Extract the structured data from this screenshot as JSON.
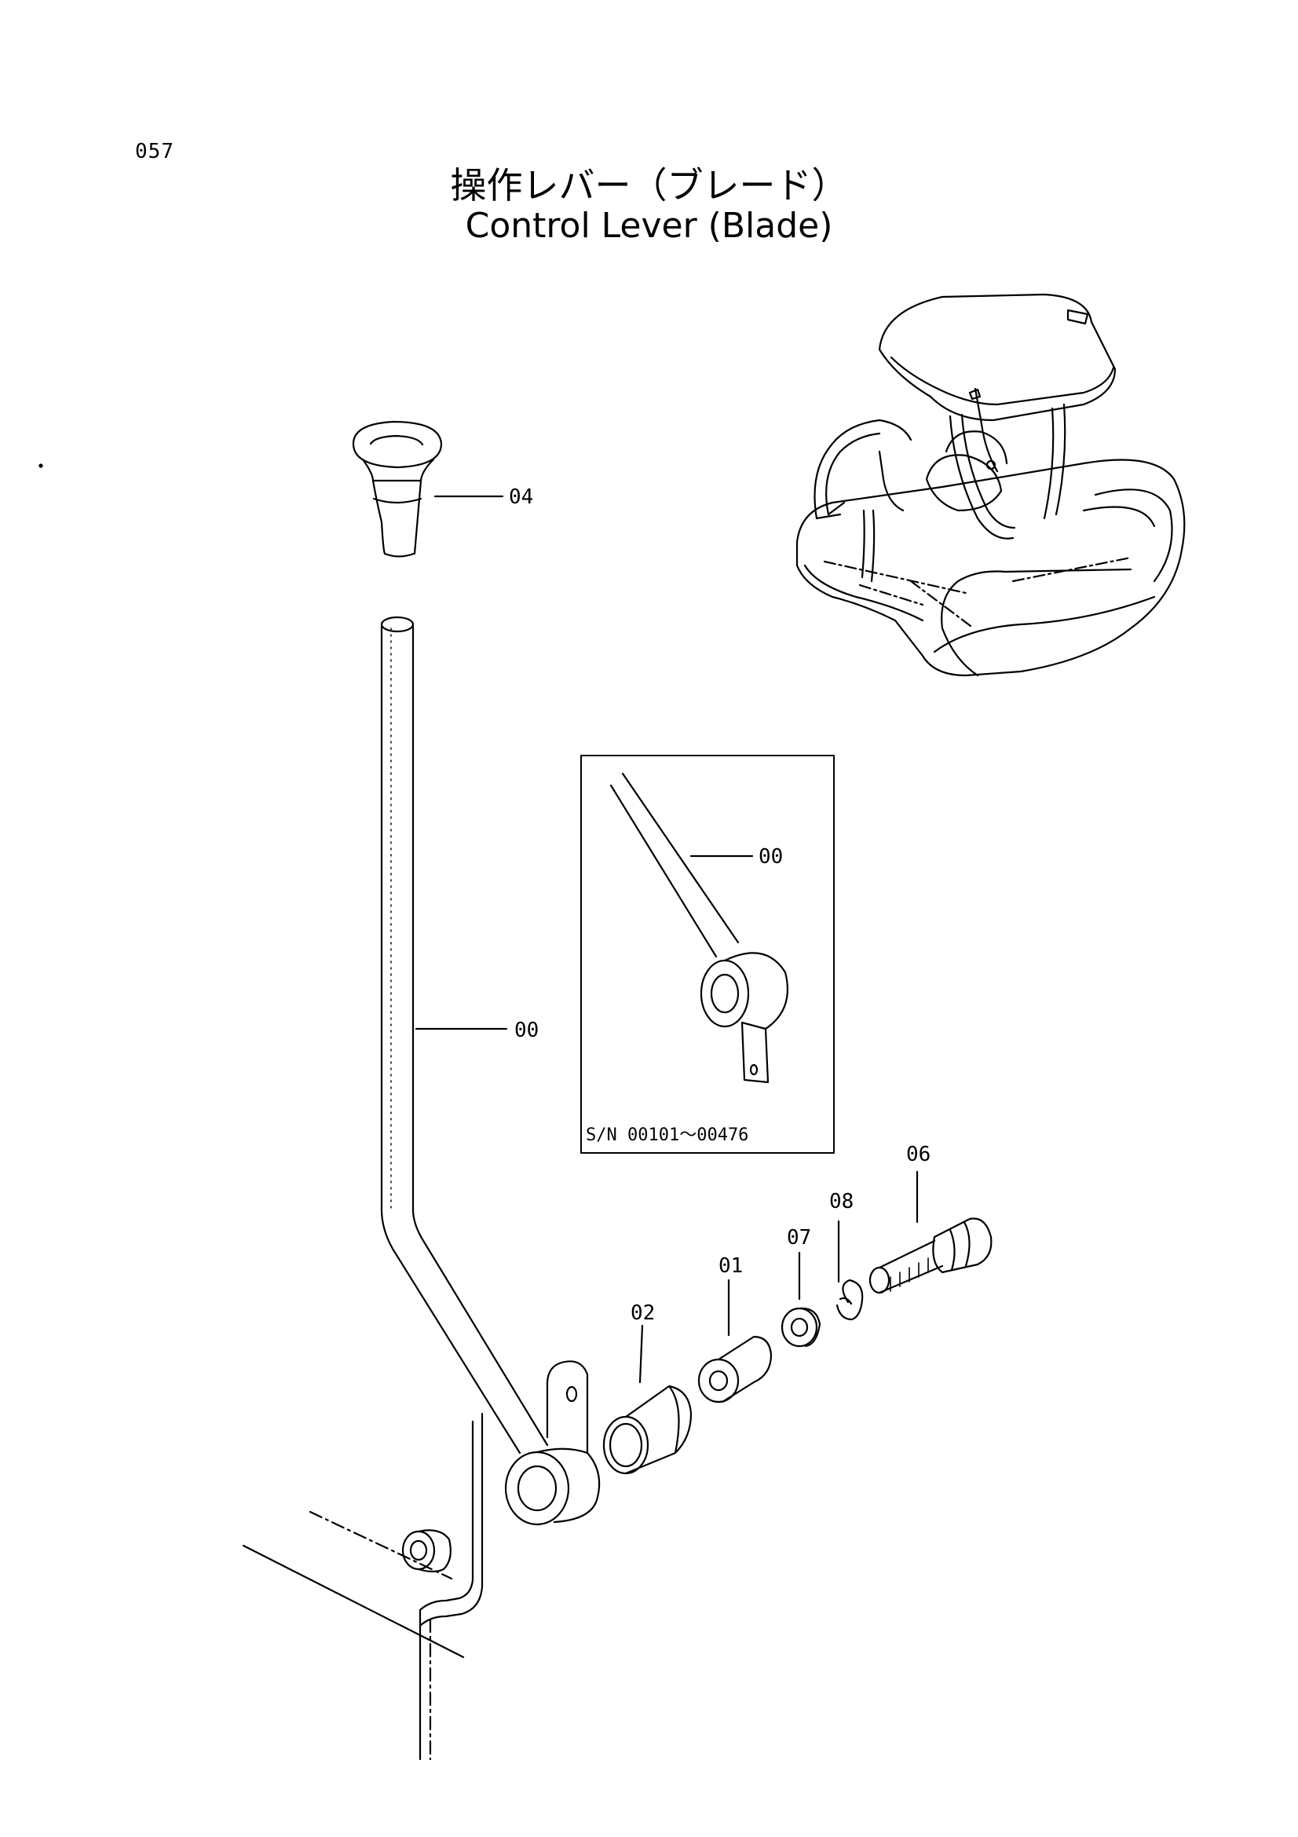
{
  "page_number": "057",
  "title_jp": "操作レバー（ブレード）",
  "title_en": "Control Lever (Blade)",
  "inset_caption": "S/N 00101～00476",
  "callouts": {
    "knob": "04",
    "lever": "00",
    "inset_lever": "00",
    "bushing_02": "02",
    "collar_01": "01",
    "washer_07": "07",
    "ring_08": "08",
    "bolt_06": "06"
  }
}
